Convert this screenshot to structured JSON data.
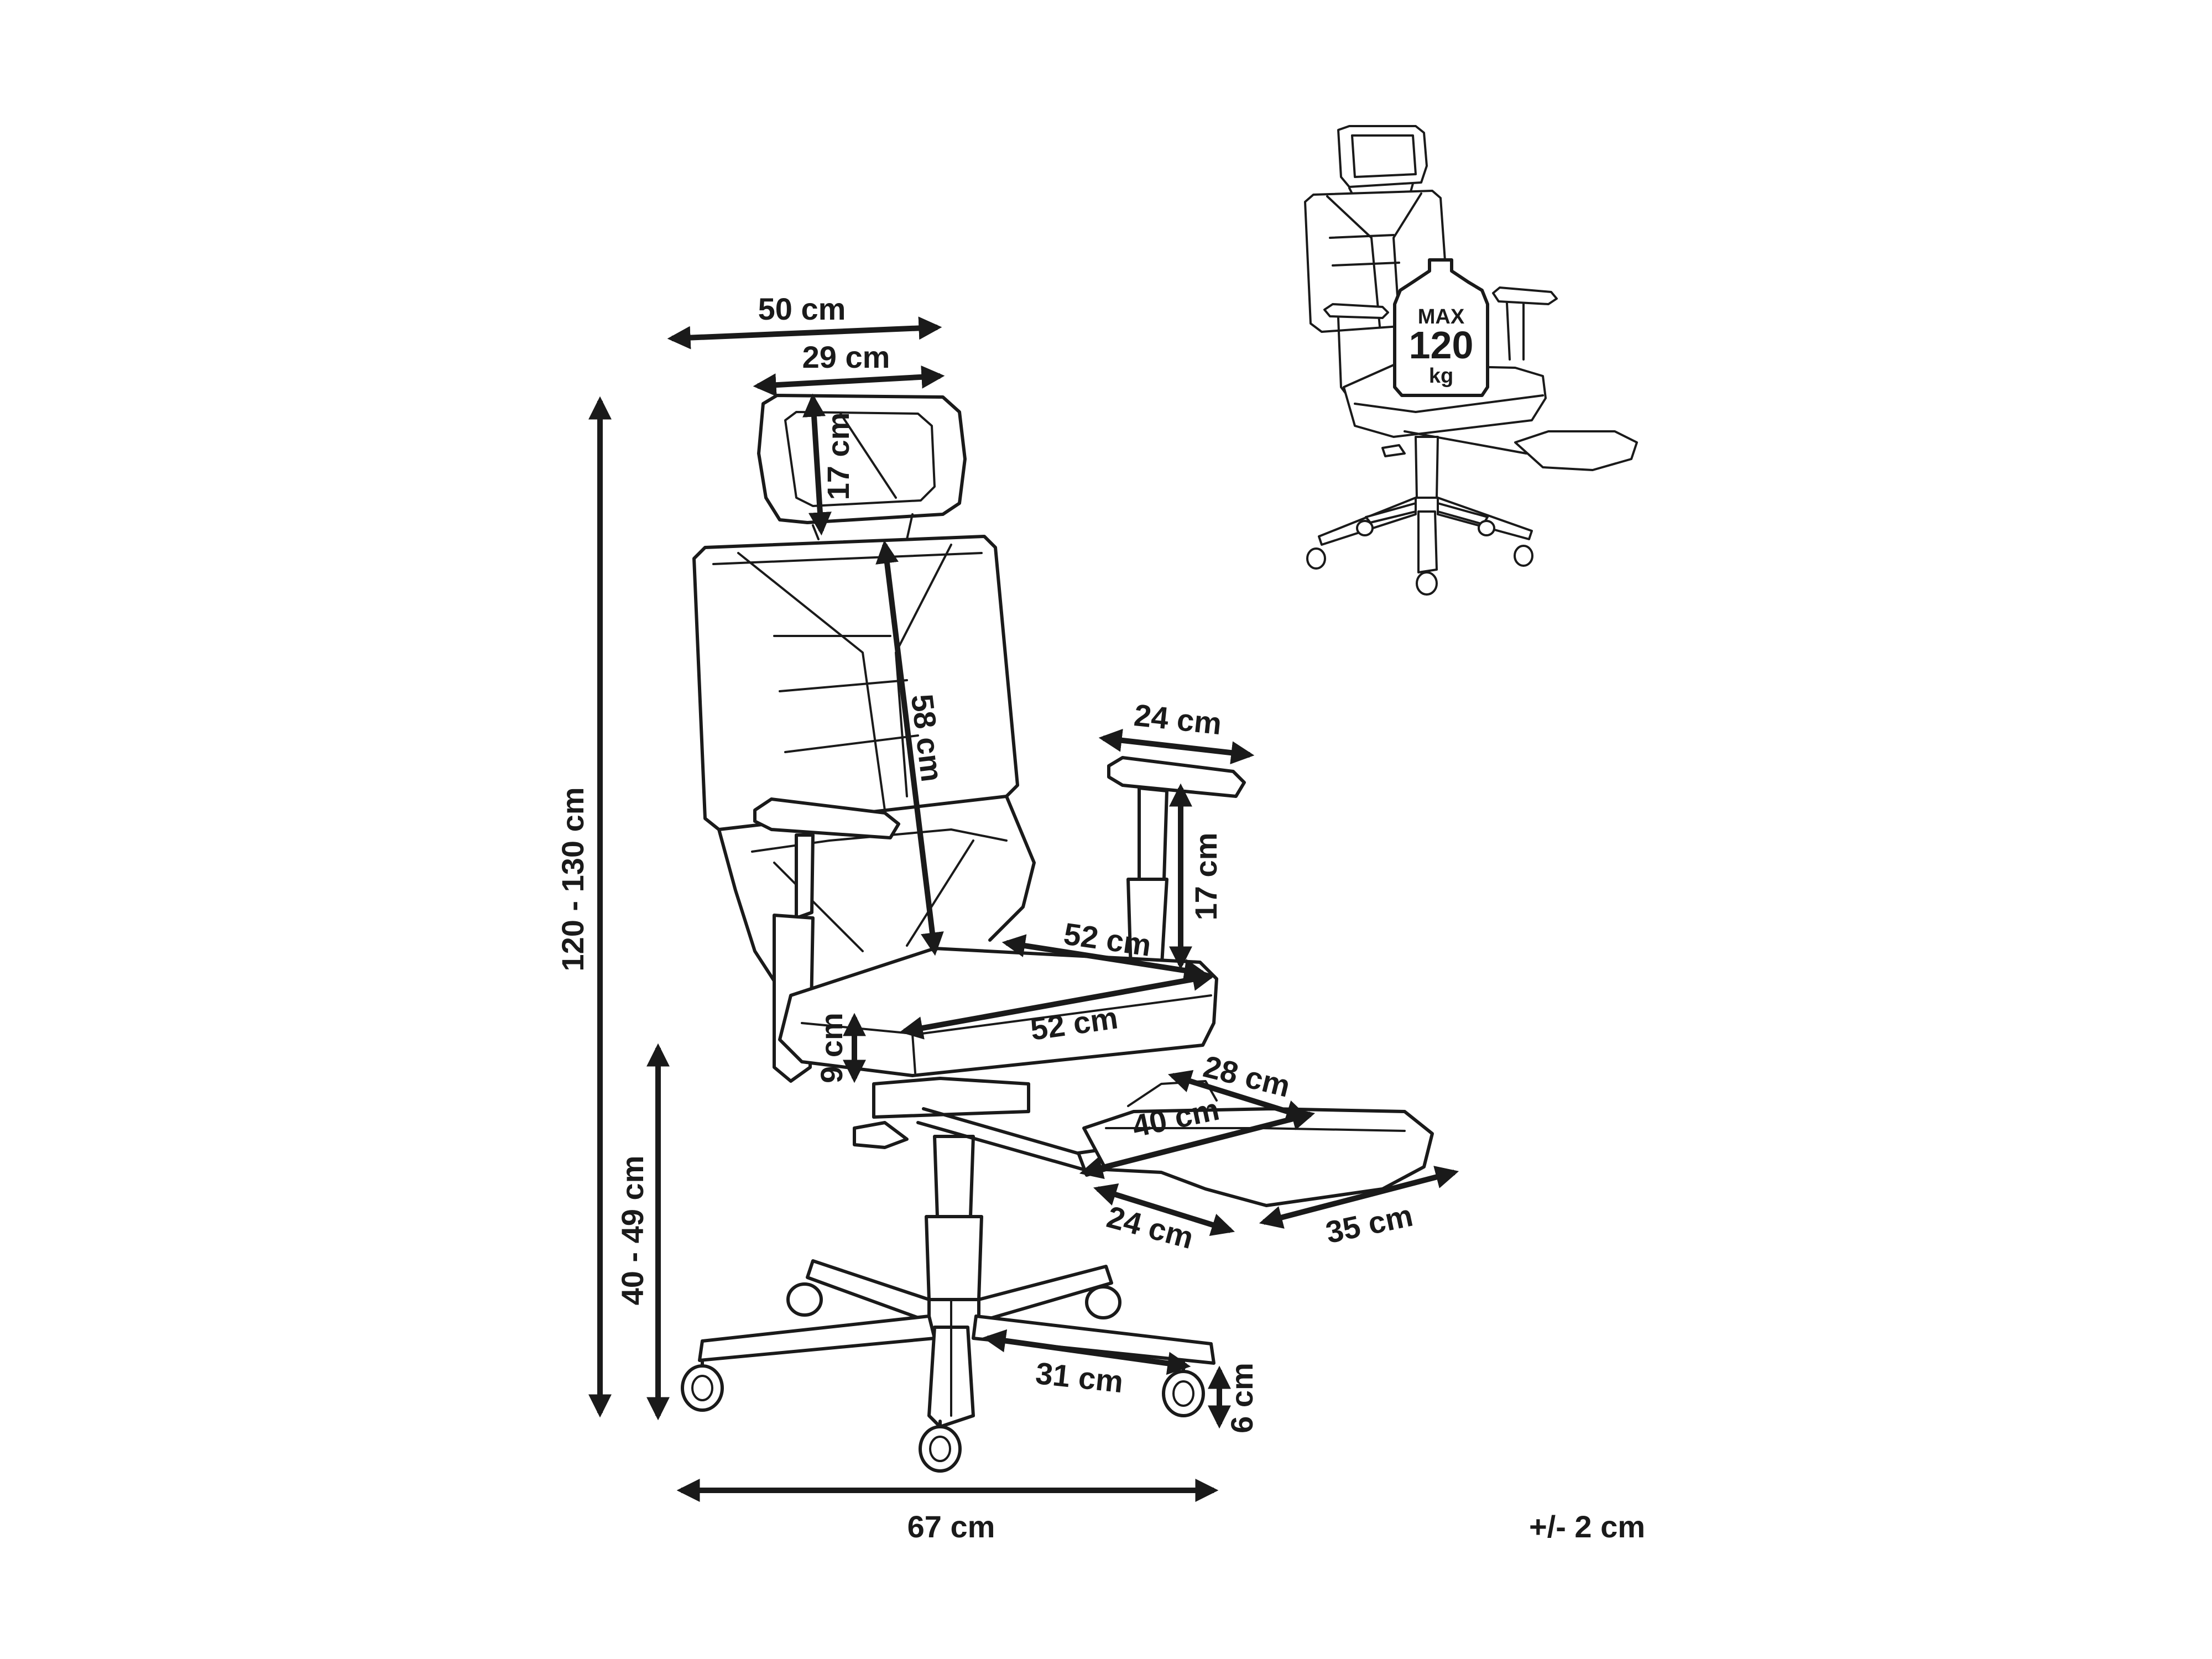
{
  "dimensions": {
    "headrest_outer_width": "50 cm",
    "headrest_inner_width": "29 cm",
    "headrest_height": "17 cm",
    "backrest_height": "58 cm",
    "total_height": "120 - 130 cm",
    "armrest_length": "24 cm",
    "armrest_height": "17 cm",
    "seat_depth": "52 cm",
    "seat_width": "52 cm",
    "seat_thickness": "9 cm",
    "seat_height": "40 - 49 cm",
    "footrest_pad_depth": "28 cm",
    "footrest_extension": "40 cm",
    "footrest_bar": "24 cm",
    "footrest_pad_width": "35 cm",
    "base_radius": "31 cm",
    "wheel_height": "6 cm",
    "base_width": "67 cm"
  },
  "max_load": {
    "line1": "MAX",
    "line2": "120",
    "line3": "kg"
  },
  "tolerance": "+/- 2 cm",
  "colors": {
    "line": "#1a1a1a",
    "background": "#ffffff",
    "shade": "#6e6e6e"
  }
}
